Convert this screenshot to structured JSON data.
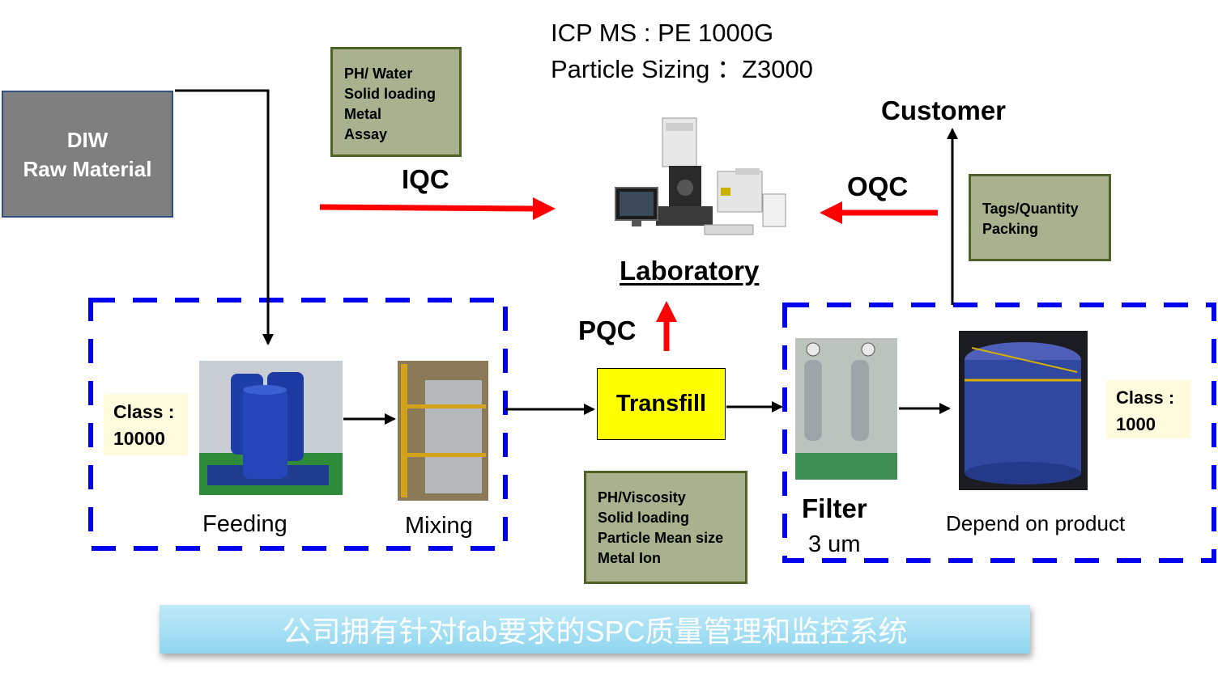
{
  "diagram": {
    "raw_material": {
      "line1": "DIW",
      "line2": "Raw Material"
    },
    "iqc_tests": [
      "PH/ Water",
      "Solid loading",
      "Metal",
      "Assay"
    ],
    "iqc_label": "IQC",
    "instruments": {
      "line1": "ICP MS : PE 1000G",
      "line2": "Particle Sizing ：Z3000"
    },
    "customer_label": "Customer",
    "oqc_label": "OQC",
    "oqc_tests": [
      "Tags/Quantity",
      "Packing"
    ],
    "laboratory_label": "Laboratory",
    "pqc_label": "PQC",
    "transfill_label": "Transfill",
    "pqc_tests": [
      "PH/Viscosity",
      "Solid loading",
      "Particle Mean size",
      "Metal Ion"
    ],
    "class_left": {
      "line1": "Class :",
      "line2": "10000"
    },
    "class_right": {
      "line1": "Class :",
      "line2": "1000"
    },
    "feeding_label": "Feeding",
    "mixing_label": "Mixing",
    "filter_label": "Filter",
    "filter_size": "3 um",
    "product_label": "Depend on product",
    "banner_text": "公司拥有针对fab要求的SPC质量管理和监控系统"
  },
  "colors": {
    "arrow_red": "#ff0000",
    "dash_blue": "#0000ee",
    "box_green": "#a9b18f",
    "box_gray": "#7f7f7f",
    "transfill_yellow": "#ffff00",
    "banner_blue": "#8fd6f0"
  }
}
